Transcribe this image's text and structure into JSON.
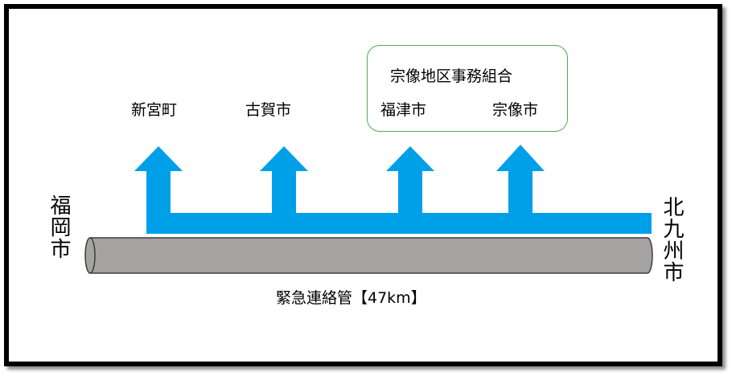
{
  "labels": {
    "shingu": "新宮町",
    "koga": "古賀市",
    "union": "宗像地区事務組合",
    "fukutsu": "福津市",
    "munakata": "宗像市",
    "fukuoka": "福岡市",
    "kitakyushu": "北九州市",
    "pipe": "緊急連絡管【47km】"
  },
  "colors": {
    "arrow": "#00a0e9",
    "pipe_fill": "#a5a2a2",
    "pipe_stroke": "#3c3c3c",
    "union_border": "#4caf50",
    "frame": "#000000"
  }
}
